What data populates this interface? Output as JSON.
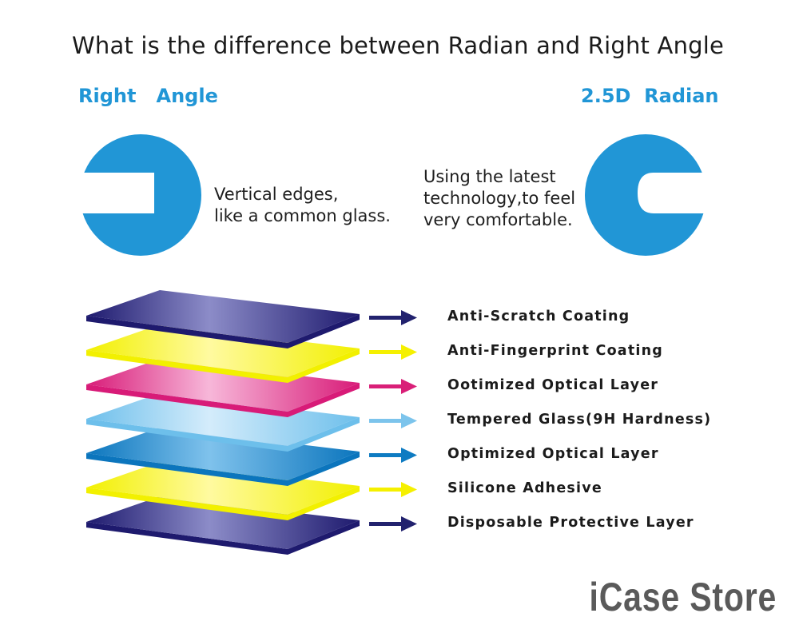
{
  "title": "What is the difference between Radian and Right Angle",
  "left": {
    "heading": "Right   Angle",
    "caption_lines": [
      "Vertical edges,",
      "like a common glass."
    ]
  },
  "right": {
    "heading": "2.5D  Radian",
    "caption_lines": [
      "Using the latest",
      "technology,to feel",
      "very comfortable."
    ]
  },
  "layers": [
    {
      "label": "Anti-Scratch Coating",
      "color": "#1e1a6e",
      "light": "#8c8cc8",
      "arrow": "#22226e"
    },
    {
      "label": "Anti-Fingerprint Coating",
      "color": "#f2f000",
      "light": "#fffaa0",
      "arrow": "#f5f000"
    },
    {
      "label": "Ootimized Optical Layer",
      "color": "#d81b78",
      "light": "#f7b7d9",
      "arrow": "#d91f78"
    },
    {
      "label": "Tempered Glass(9H Hardness)",
      "color": "#6dbfeb",
      "light": "#d4ecfb",
      "arrow": "#7cc4ec"
    },
    {
      "label": "Optimized Optical Layer",
      "color": "#0b75bd",
      "light": "#7fc2ec",
      "arrow": "#0e7bc2"
    },
    {
      "label": "Silicone Adhesive",
      "color": "#f2f000",
      "light": "#fffaa0",
      "arrow": "#f5f000"
    },
    {
      "label": "Disposable Protective Layer",
      "color": "#1e1a6e",
      "light": "#8c8cc8",
      "arrow": "#22226e"
    }
  ],
  "accent_color": "#2196d6",
  "watermark": "iCase Store"
}
